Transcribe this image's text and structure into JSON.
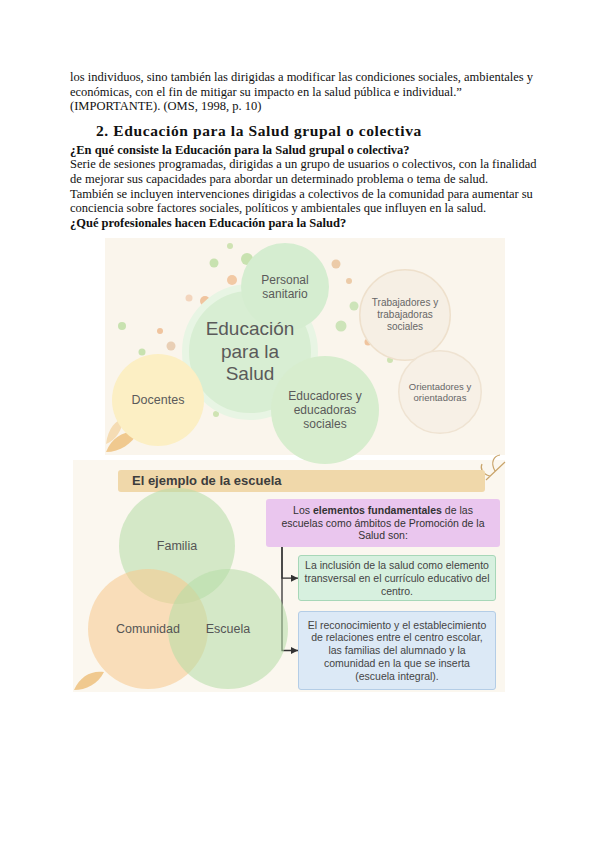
{
  "diagram": {
    "title": "2. Educación para la Salud grupal o colectiva",
    "nodes": [
      {
        "text": [
          "Educación para la Salud"
        ]
      },
      {
        "text": [
          "Personal sanitario"
        ]
      },
      {
        "text": [
          "Trabajadores y trabajadoras sociales"
        ]
      },
      {
        "text": [
          "Docentes"
        ]
      },
      {
        "text": [
          "Educadores y educadoras sociales"
        ]
      },
      {
        "text": [
          "Orientadores y orientadoras"
        ]
      },
      {
        "text": [
          "El ejemplo de la escuela"
        ]
      },
      {
        "text": [
          "Familia"
        ]
      },
      {
        "text": [
          "Comunidad"
        ]
      },
      {
        "text": [
          "Escuela"
        ]
      },
      {
        "text": [
          "Los",
          "elementos fundamentales",
          "de las escuelas como ámbitos de Promoción de la Salud son:"
        ]
      },
      {
        "text": [
          "La inclusión de la salud como elemento transversal en el currículo educativo del centro."
        ]
      },
      {
        "text": [
          "El reconocimiento y el establecimiento de relaciones entre el centro escolar, las familias del alumnado y la comunidad en la que se inserta (escuela integral)."
        ]
      }
    ],
    "edges": [
      {
        "from": 10,
        "to": 11,
        "arrow": "to"
      },
      {
        "from": 10,
        "to": 12,
        "arrow": "to"
      }
    ],
    "labels": [
      "los individuos, sino también las dirigidas a modificar las condiciones sociales, ambientales y económicas, con el fin de mitigar su impacto en la salud pública e individual.”",
      "(IMPORTANTE). (OMS, 1998, p. 10)",
      "¿En qué consiste la Educación para la Salud grupal o colectiva?",
      "Serie de sesiones programadas, dirigidas a un grupo de usuarios o colectivos, con la finalidad de mejorar sus capacidades para abordar un determinado problema o tema de salud.",
      "También se incluyen intervenciones dirigidas a colectivos de la comunidad para aumentar su conciencia sobre factores sociales, políticos y ambientales que influyen en la salud.",
      "¿Qué profesionales hacen Educación para la Salud?"
    ]
  }
}
